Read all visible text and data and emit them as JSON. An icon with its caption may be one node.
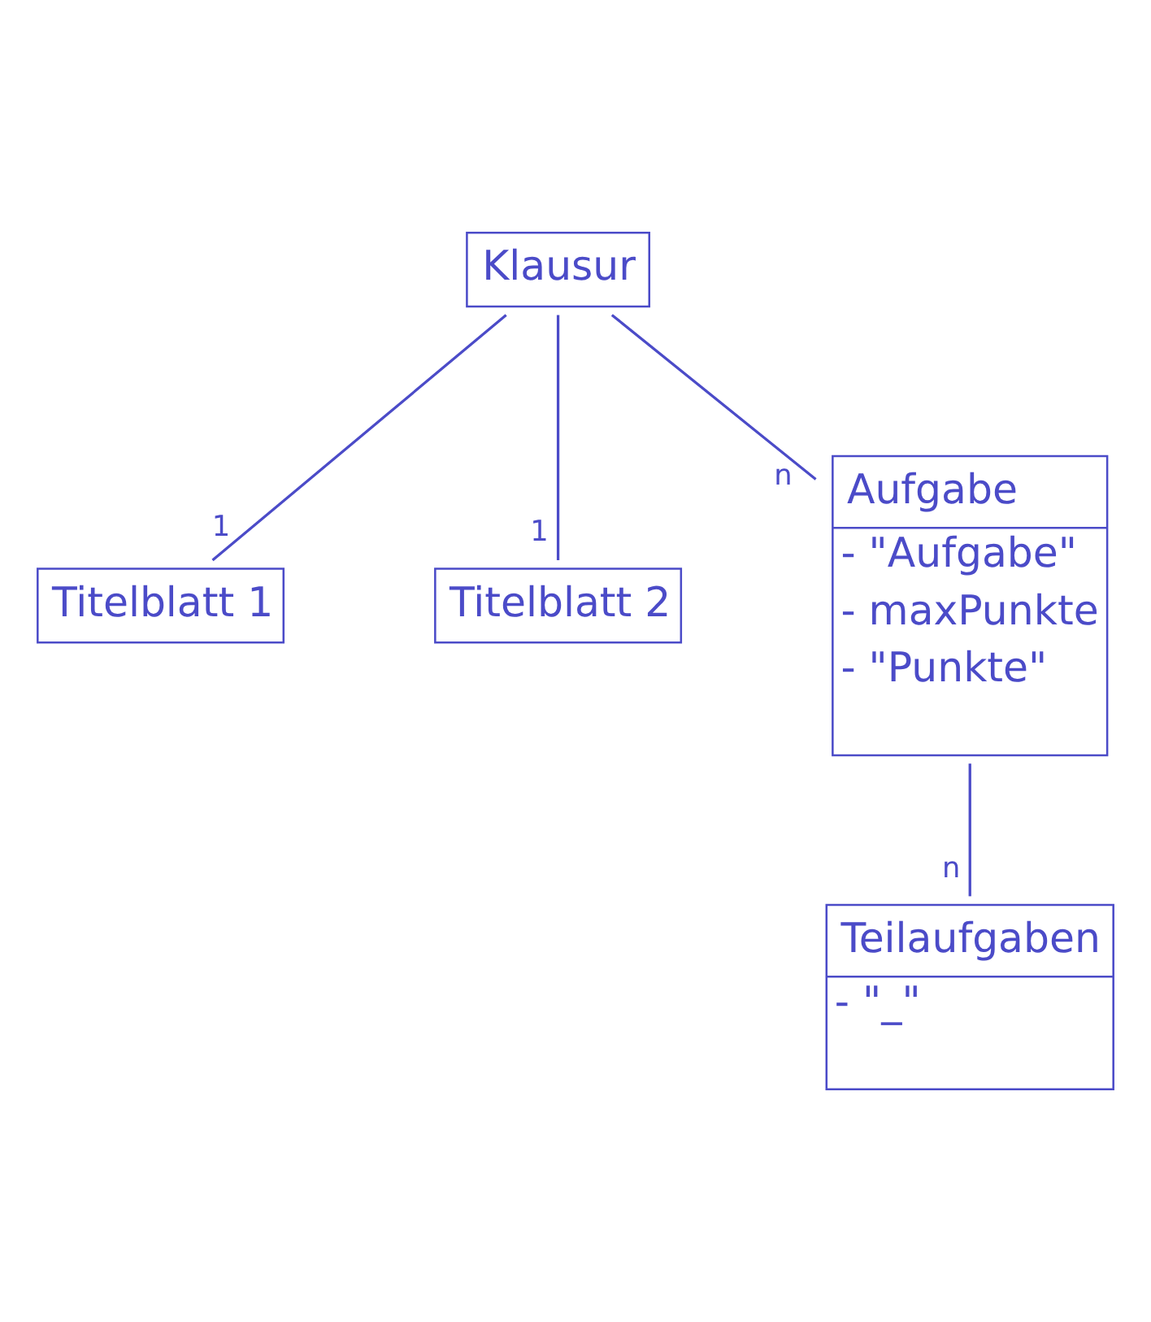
{
  "diagram": {
    "nodes": [
      {
        "text": [
          "Klausur"
        ]
      },
      {
        "text": [
          "Titelblatt 1"
        ]
      },
      {
        "text": [
          "Titelblatt 2"
        ]
      },
      {
        "text": [
          "Aufgabe",
          "- \"Aufgabe\"",
          "- maxPunkte",
          "- \"Punkte\""
        ]
      },
      {
        "text": [
          "Teilaufgaben",
          "- \"_\""
        ]
      }
    ],
    "edges": [
      {
        "from": 0,
        "to": 1,
        "arrow": "none",
        "label": "1"
      },
      {
        "from": 0,
        "to": 3,
        "arrow": "none",
        "label": "n"
      },
      {
        "from": 0,
        "to": 2,
        "arrow": "none",
        "label": "1"
      },
      {
        "from": 3,
        "to": 4,
        "arrow": "none",
        "label": "n"
      }
    ]
  }
}
